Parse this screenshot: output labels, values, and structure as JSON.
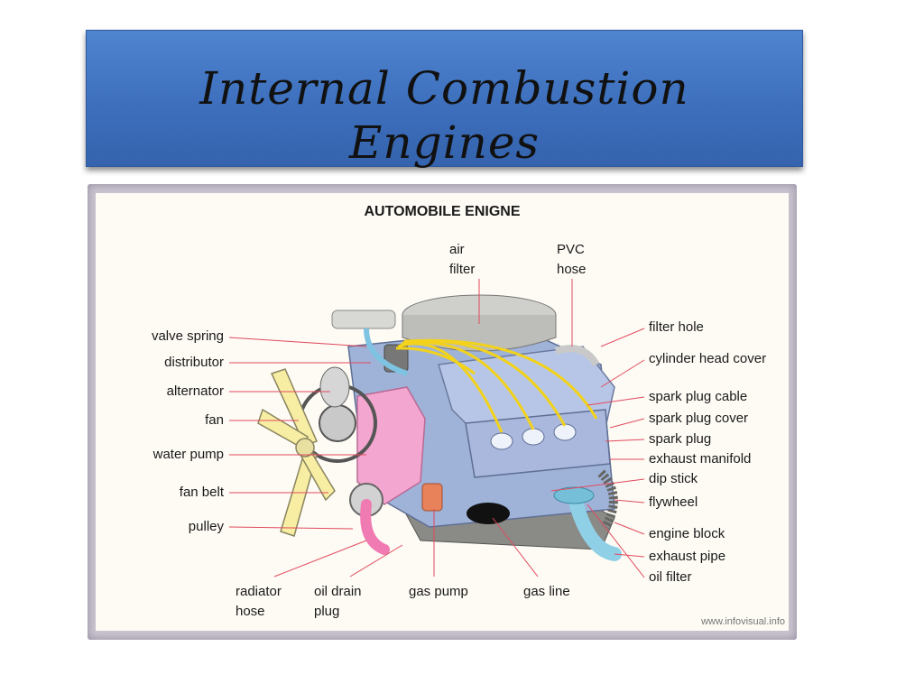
{
  "slide": {
    "title_line1": "Internal Combustion",
    "title_line2": "Engines"
  },
  "diagram": {
    "title": "AUTOMOBILE ENIGNE",
    "credit": "www.infovisual.info",
    "labels": {
      "air_filter": [
        "air",
        "filter"
      ],
      "pvc_hose": [
        "PVC",
        "hose"
      ],
      "valve_spring": "valve spring",
      "distributor": "distributor",
      "alternator": "alternator",
      "fan": "fan",
      "water_pump": "water pump",
      "fan_belt": "fan belt",
      "pulley": "pulley",
      "radiator_hose": [
        "radiator",
        "hose"
      ],
      "oil_drain_plug": [
        "oil drain",
        "plug"
      ],
      "gas_pump": "gas pump",
      "gas_line": "gas line",
      "filter_hole": "filter hole",
      "cylinder_head_cover": "cylinder head cover",
      "spark_plug_cable": "spark plug cable",
      "spark_plug_cover": "spark plug cover",
      "spark_plug": "spark plug",
      "exhaust_manifold": "exhaust manifold",
      "dip_stick": "dip stick",
      "flywheel": "flywheel",
      "engine_block": "engine block",
      "exhaust_pipe": "exhaust pipe",
      "oil_filter": "oil filter"
    }
  },
  "colors": {
    "title_bg": "#3d6fbd",
    "leader_line": "#e24a5e",
    "engine_block": "#9fb3d8",
    "pink_part": "#f3a6cf",
    "fan": "#f7eea3",
    "spark_cable": "#f2d21b",
    "exhaust_pipe": "#8fd0e6"
  }
}
